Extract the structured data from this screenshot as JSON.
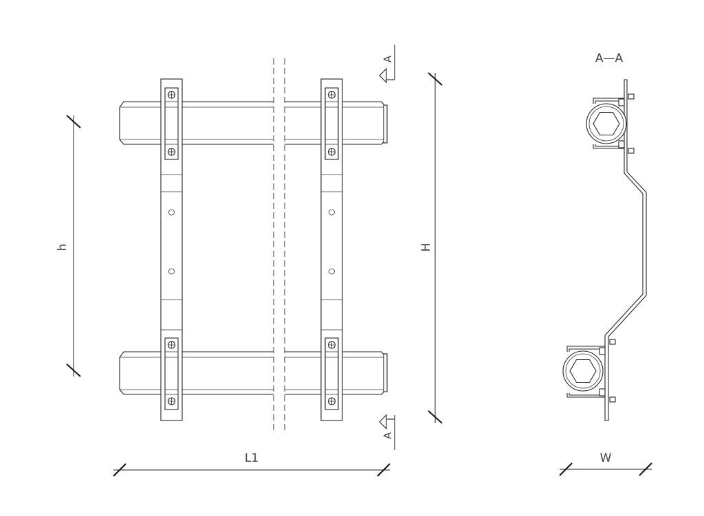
{
  "labels": {
    "dim_height_small": "h",
    "dim_height_total": "H",
    "dim_length": "L1",
    "dim_width": "W",
    "section_title": "A—A",
    "section_mark_top": "A",
    "section_mark_bottom": "A"
  }
}
